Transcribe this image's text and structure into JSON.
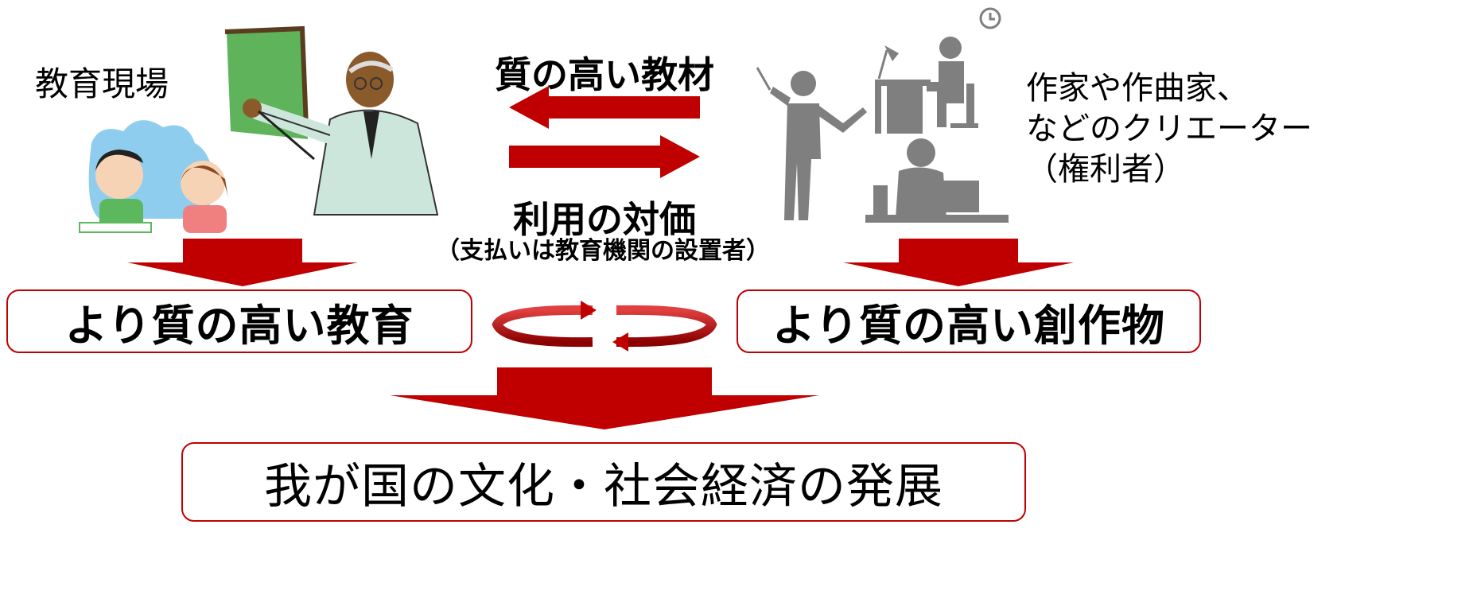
{
  "education_site": {
    "label": "教育現場"
  },
  "exchange": {
    "top_label": "質の高い教材",
    "bottom_label": "利用の対価",
    "note": "（支払いは教育機関の設置者）"
  },
  "creators": {
    "lines": [
      "作家や作曲家、",
      "などのクリエーター",
      "（権利者）"
    ]
  },
  "outcomes": {
    "education": "より質の高い教育",
    "creations": "より質の高い創作物"
  },
  "final": {
    "label": "我が国の文化・社会経済の発展"
  },
  "colors": {
    "accent": "#c00000",
    "icon_gray": "#7f7f7f"
  },
  "icons": [
    "teacher-with-children-icon",
    "creators-pictogram-icon",
    "cycle-arrows-icon"
  ]
}
